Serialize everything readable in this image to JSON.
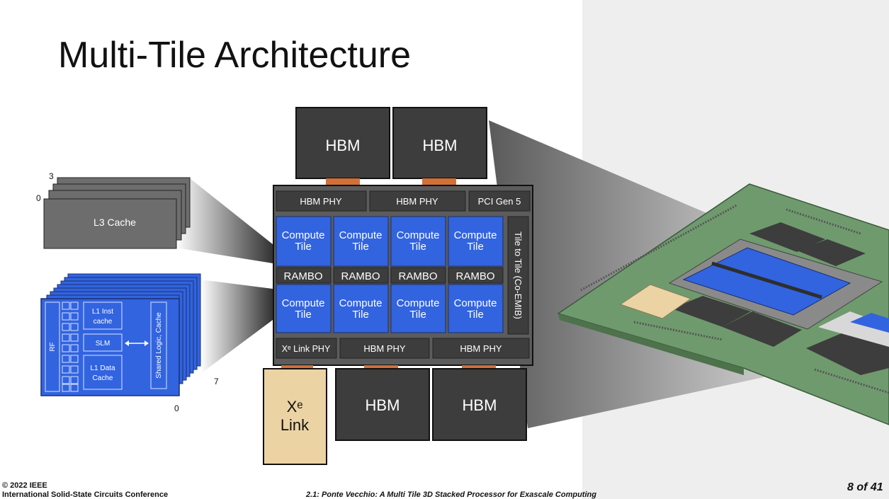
{
  "slide": {
    "title": "Multi-Tile Architecture",
    "footer_copyright": "© 2022 IEEE",
    "footer_conference": "International Solid-State Circuits Conference",
    "footer_paper": "2.1: Ponte Vecchio: A Multi Tile 3D Stacked Processor for Exascale Computing",
    "page": "8 of 41"
  },
  "diagram": {
    "hbm": "HBM",
    "hbm_phy": "HBM PHY",
    "pci": "PCI Gen 5",
    "compute_l1": "Compute",
    "compute_l2": "Tile",
    "rambo": "RAMBO",
    "tile_to_tile": "Tile to Tile (Co-EMIB)",
    "xe_link_phy": "Xᵉ Link PHY",
    "xe_link_l1": "Xᵉ",
    "xe_link_l2": "Link"
  },
  "l3": {
    "label": "L3 Cache",
    "idx_top": "3",
    "idx_bottom": "0"
  },
  "xecore": {
    "rf": "RF",
    "l1_inst_1": "L1 Inst",
    "l1_inst_2": "cache",
    "slm": "SLM",
    "l1_data_1": "L1 Data",
    "l1_data_2": "Cache",
    "shared": "Shared Logic, Cache",
    "idx_right": "7",
    "idx_bottom": "0"
  },
  "colors": {
    "compute": "#3264e0",
    "hbm": "#3d3d3d",
    "xelink": "#ecd3a4",
    "board": "#6f9a6e",
    "connector": "#d2703a"
  }
}
